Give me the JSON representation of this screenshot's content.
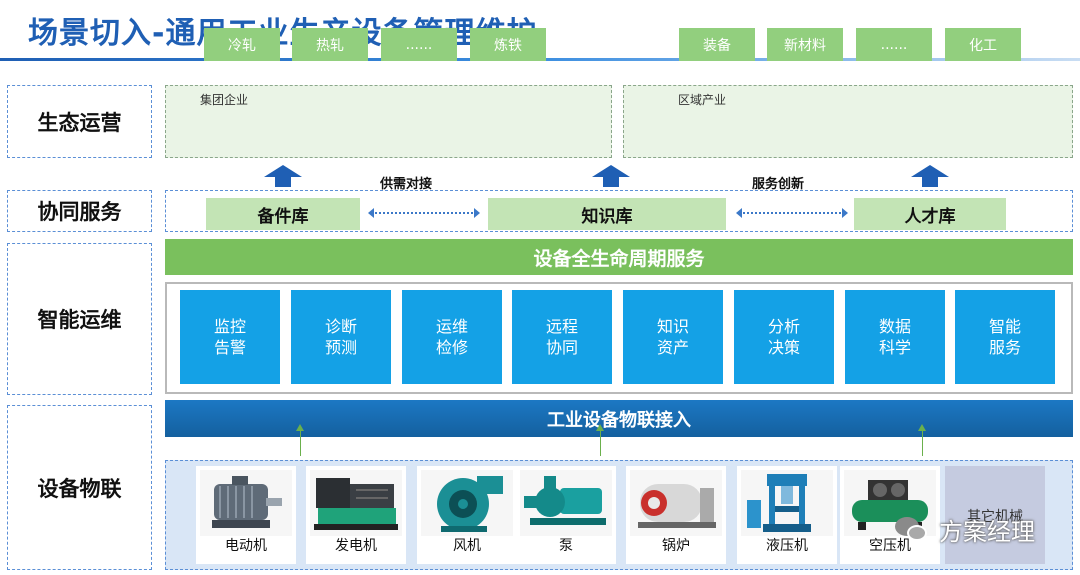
{
  "title": "场景切入-通用工业生产设备管理维护",
  "rows": {
    "ecosystem": "生态运营",
    "collaboration": "协同服务",
    "smart_ops": "智能运维",
    "device_iot": "设备物联"
  },
  "ecosystem": {
    "group_enterprise": {
      "title": "集团企业",
      "items": [
        "冷轧",
        "热轧",
        "......",
        "炼铁"
      ]
    },
    "group_region": {
      "title": "区域产业",
      "items": [
        "装备",
        "新材料",
        "......",
        "化工"
      ]
    }
  },
  "links": {
    "supply_demand": "供需对接",
    "service_innovation": "服务创新"
  },
  "collaboration": {
    "items": [
      "备件库",
      "知识库",
      "人才库"
    ]
  },
  "lifecycle": "设备全生命周期服务",
  "smart_ops": {
    "tiles": [
      "监控\n告警",
      "诊断\n预测",
      "运维\n检修",
      "远程\n协同",
      "知识\n资产",
      "分析\n决策",
      "数据\n科学",
      "智能\n服务"
    ]
  },
  "iot_access": "工业设备物联接入",
  "devices": [
    "电动机",
    "发电机",
    "风机",
    "泵",
    "锅炉",
    "液压机",
    "空压机",
    "其它机械"
  ],
  "watermark": "方案经理",
  "colors": {
    "title_blue": "#1f5fb4",
    "chip_green": "#92cf7e",
    "light_green": "#c3e4b5",
    "bar_green": "#7ac05d",
    "tile_blue": "#14a1e6",
    "iot_blue": "#1c78c4"
  }
}
